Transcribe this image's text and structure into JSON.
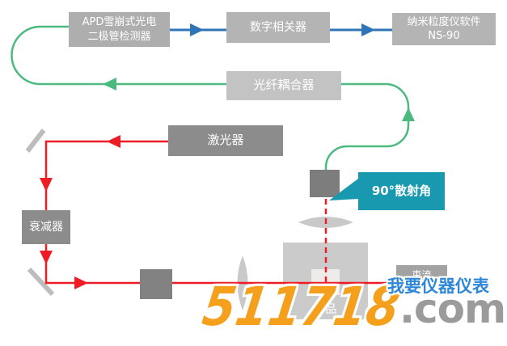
{
  "diagram": {
    "nodes": {
      "apd_detector": {
        "line1": "APD雪崩式光电",
        "line2": "二极管检测器"
      },
      "digital_correlator": {
        "label": "数字相关器"
      },
      "software": {
        "line1": "纳米粒度仪软件",
        "line2": "NS-90"
      },
      "fiber_coupler": {
        "label": "光纤耦合器"
      },
      "laser": {
        "label": "激光器"
      },
      "attenuator": {
        "label": "衰减器"
      },
      "beam_stop": {
        "label": "束流"
      },
      "sample": {
        "label": "样品"
      },
      "scattering_angle_callout": {
        "label": "90°散射角"
      }
    },
    "colors": {
      "signal_blue": "#2e74b6",
      "fiber_green": "#4cb97f",
      "beam_red": "#ee1c25",
      "callout_teal": "#1899b0",
      "box_gray_light": "#b4b4b4",
      "box_gray_dark": "#8c8c8c",
      "sample_gray": "#cbcbcb"
    }
  },
  "watermark": {
    "number": "511718",
    "suffix": ".com",
    "site_name": "我要仪器仪表"
  }
}
